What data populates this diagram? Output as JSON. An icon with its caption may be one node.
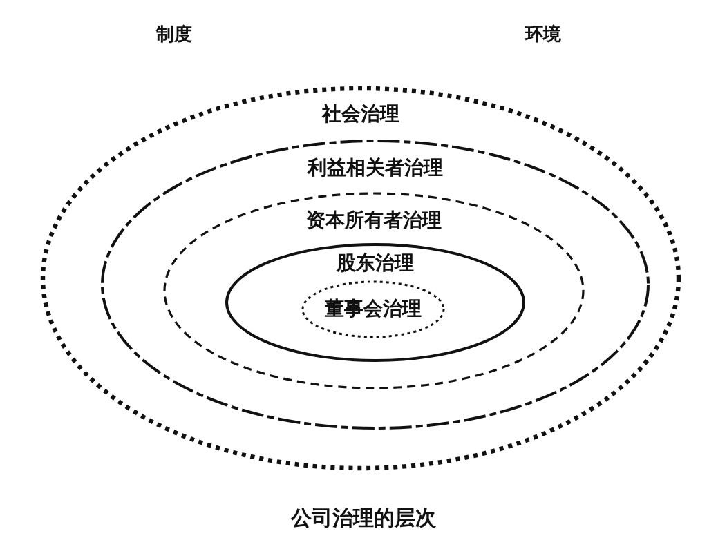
{
  "diagram": {
    "caption": "公司治理的层次",
    "nodes": [
      {
        "text": [
          "社会治理"
        ]
      },
      {
        "text": [
          "利益相关者治理"
        ],
        "in": 0
      },
      {
        "text": [
          "资本所有者治理"
        ],
        "in": 1
      },
      {
        "text": [
          "股东治理"
        ],
        "in": 2
      },
      {
        "text": [
          "董事会治理"
        ],
        "in": 3
      }
    ],
    "labels": [
      "制度",
      "环境"
    ]
  }
}
